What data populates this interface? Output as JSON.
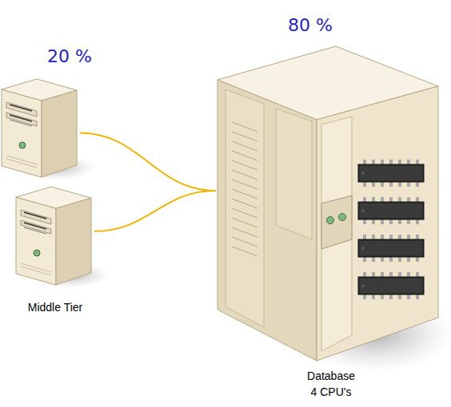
{
  "diagram": {
    "nodes": [
      {
        "text": [
          "20 %"
        ]
      },
      {
        "text": [
          "Middle Tier"
        ]
      },
      {
        "text": [
          "80 %",
          "Database 4 CPU's"
        ]
      }
    ],
    "edges": [
      {
        "from": 0,
        "to": 2,
        "arrow": "none"
      },
      {
        "from": 1,
        "to": 2,
        "arrow": "none"
      }
    ]
  }
}
